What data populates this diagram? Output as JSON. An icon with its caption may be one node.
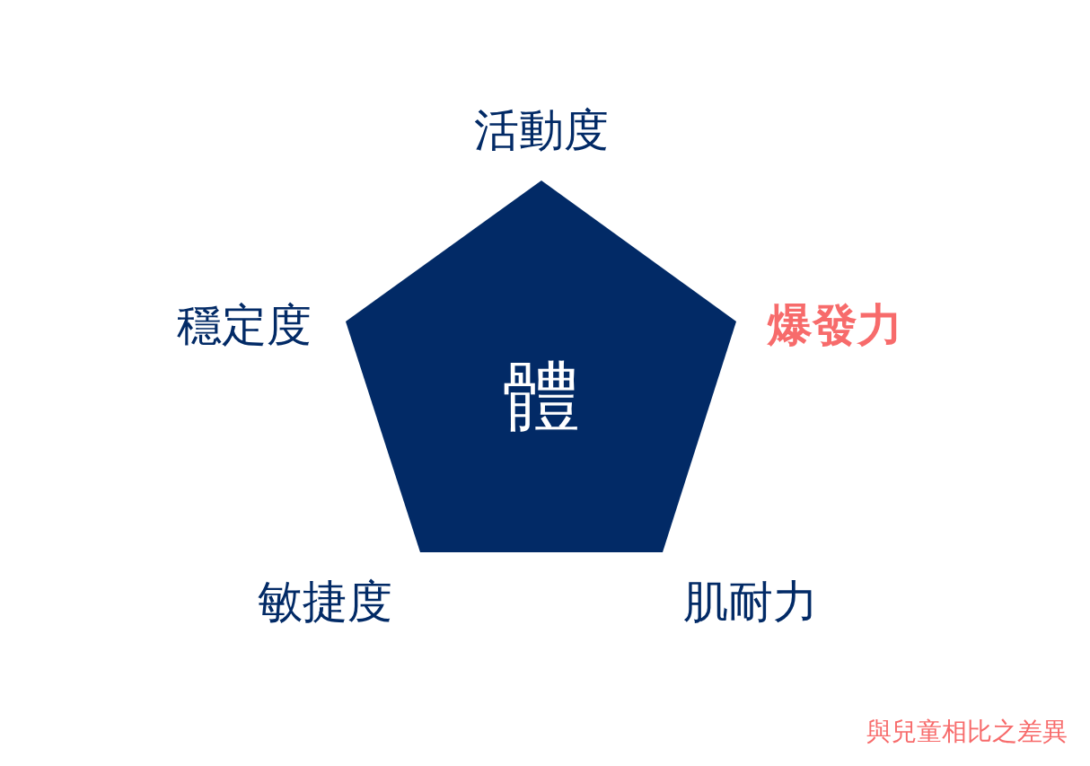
{
  "diagram": {
    "nodes": [
      {
        "text": [
          "體"
        ]
      }
    ],
    "labels": [
      "活動度",
      "穩定度",
      "爆發力",
      "敏捷度",
      "肌耐力",
      "與兒童相比之差異"
    ]
  }
}
